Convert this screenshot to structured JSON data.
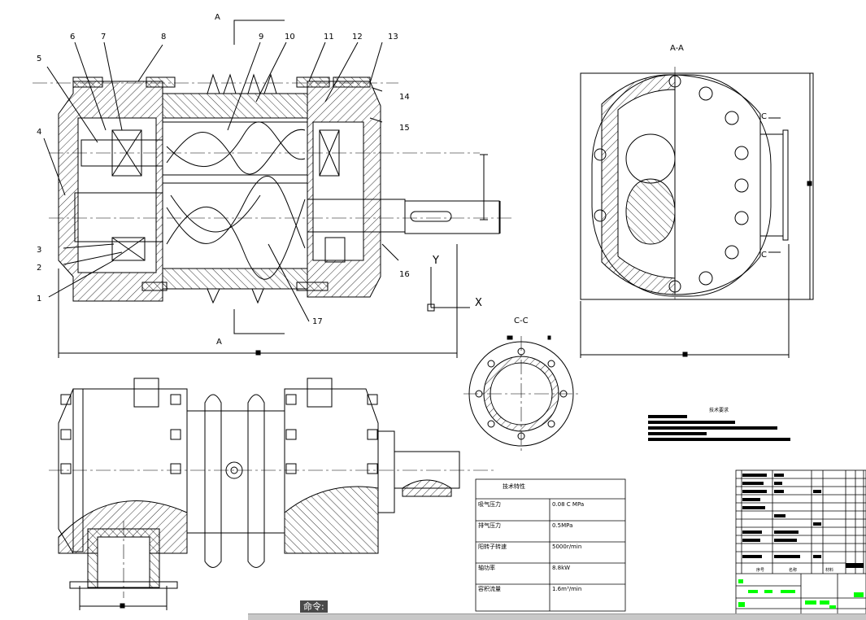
{
  "drawing": {
    "section_mark_a_top": "A",
    "section_mark_a_bottom": "A",
    "section_aa_title": "A-A",
    "section_cc_title": "C-C",
    "section_c_top": "C",
    "section_c_bottom": "C",
    "axis_y": "Y",
    "axis_x": "X",
    "part_numbers": [
      "1",
      "2",
      "3",
      "4",
      "5",
      "6",
      "7",
      "8",
      "9",
      "10",
      "11",
      "12",
      "13",
      "14",
      "15",
      "16",
      "17"
    ]
  },
  "tech_note_title": "技术要求",
  "spec_table": {
    "title": "技术特性",
    "rows": [
      {
        "label": "吸气压力",
        "value": "0.08 C MPa"
      },
      {
        "label": "排气压力",
        "value": "0.5MPa"
      },
      {
        "label": "阳转子转速",
        "value": "5000r/min"
      },
      {
        "label": "轴功率",
        "value": "8.8kW"
      },
      {
        "label": "容积流量",
        "value": "1.6m³/min"
      }
    ]
  },
  "title_block": {
    "col_1": "序号",
    "col_2": "名称",
    "col_3": "材料"
  },
  "command": {
    "label": "命令:"
  },
  "colors": {
    "line": "#000000",
    "highlight": "#00ff00",
    "cmd_bg": "#4a4a4a"
  }
}
